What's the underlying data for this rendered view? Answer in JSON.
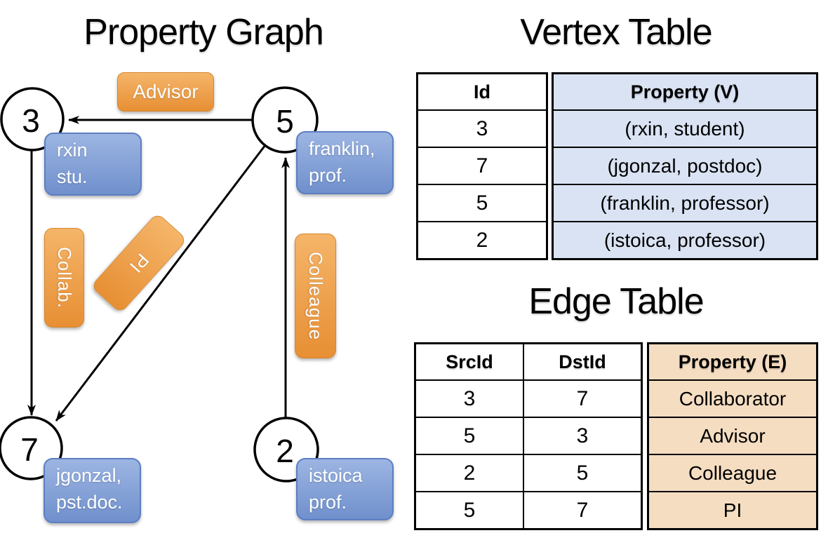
{
  "graph": {
    "title": "Property Graph",
    "nodes": [
      {
        "id": "3",
        "label_line1": "rxin",
        "label_line2": "stu."
      },
      {
        "id": "5",
        "label_line1": "franklin,",
        "label_line2": "prof."
      },
      {
        "id": "7",
        "label_line1": "jgonzal,",
        "label_line2": "pst.doc."
      },
      {
        "id": "2",
        "label_line1": "istoica",
        "label_line2": "prof."
      }
    ],
    "edges": [
      {
        "from": "5",
        "to": "3",
        "label": "Advisor"
      },
      {
        "from": "3",
        "to": "7",
        "label": "Collab."
      },
      {
        "from": "5",
        "to": "7",
        "label": "PI"
      },
      {
        "from": "2",
        "to": "5",
        "label": "Colleague"
      }
    ]
  },
  "vertex_table": {
    "title": "Vertex Table",
    "columns": [
      "Id",
      "Property (V)"
    ],
    "rows": [
      [
        "3",
        "(rxin, student)"
      ],
      [
        "7",
        "(jgonzal, postdoc)"
      ],
      [
        "5",
        "(franklin, professor)"
      ],
      [
        "2",
        "(istoica, professor)"
      ]
    ]
  },
  "edge_table": {
    "title": "Edge Table",
    "columns": [
      "SrcId",
      "DstId",
      "Property (E)"
    ],
    "rows": [
      [
        "3",
        "7",
        "Collaborator"
      ],
      [
        "5",
        "3",
        "Advisor"
      ],
      [
        "2",
        "5",
        "Colleague"
      ],
      [
        "5",
        "7",
        "PI"
      ]
    ]
  },
  "colors": {
    "edge_label_fill_top": "#F5B569",
    "edge_label_fill_bottom": "#E78F34",
    "edge_label_border": "#D8862E",
    "vertex_label_fill_top": "#9CB5E2",
    "vertex_label_fill_bottom": "#7090CD",
    "vertex_label_border": "#5D7EC1",
    "vertex_table_property_fill": "#DAE3F3",
    "edge_table_property_fill": "#F5DDC2",
    "line_color": "#000000"
  }
}
